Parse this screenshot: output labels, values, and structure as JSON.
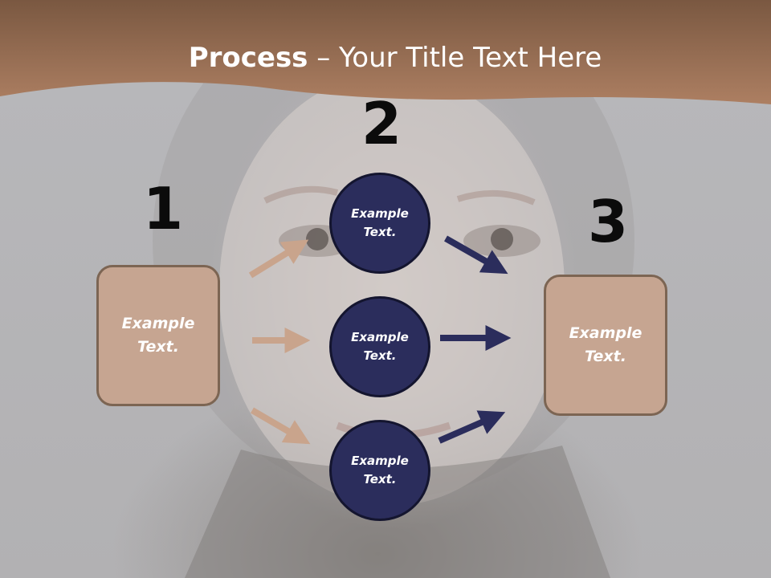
{
  "slide": {
    "title_bold": "Process",
    "title_rest": " – Your Title Text Here"
  },
  "steps": {
    "step1_number": "1",
    "step2_number": "2",
    "step3_number": "3"
  },
  "boxes": {
    "left_text": "Example\nText.",
    "right_text": "Example\nText."
  },
  "circles": [
    {
      "text": "Example\nText."
    },
    {
      "text": "Example\nText."
    },
    {
      "text": "Example\nText."
    }
  ],
  "colors": {
    "header_band": "#a1765a",
    "box_fill": "#c6a591",
    "box_border": "#7c6553",
    "circle_fill": "#2b2d5c",
    "arrow_left": "#c9a48c",
    "arrow_right": "#2b2d5c"
  }
}
